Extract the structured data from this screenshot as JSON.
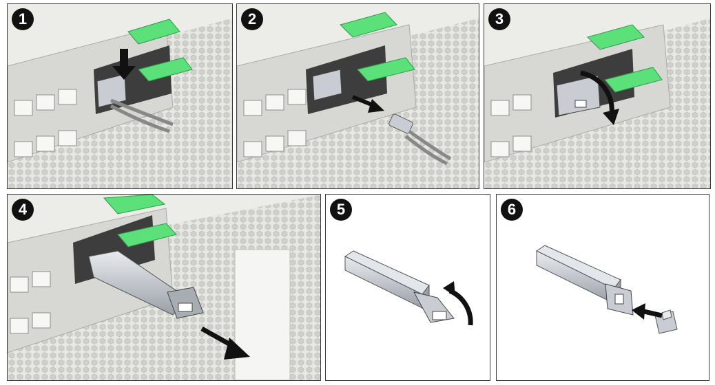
{
  "steps": [
    {
      "number": "1"
    },
    {
      "number": "2"
    },
    {
      "number": "3"
    },
    {
      "number": "4"
    },
    {
      "number": "5"
    },
    {
      "number": "6"
    }
  ],
  "colors": {
    "latch_green": "#5be07a",
    "chassis_grey": "#d4d4d0",
    "port_dark": "#3d3d3d",
    "transceiver": "#c9cdd3",
    "arrow": "#111111"
  }
}
